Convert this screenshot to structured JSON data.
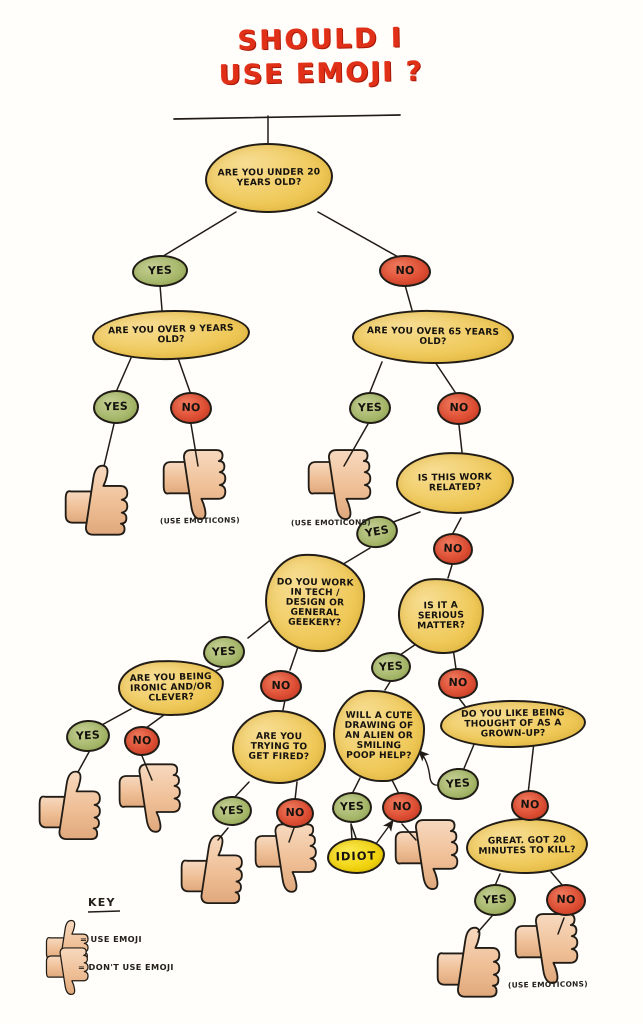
{
  "title": {
    "line1": "SHOULD I",
    "line2": "USE EMOJI ?"
  },
  "nodes": {
    "q_under20": {
      "label": "ARE YOU UNDER 20 YEARS OLD?"
    },
    "q_over9": {
      "label": "ARE YOU OVER 9 YEARS OLD?"
    },
    "q_over65": {
      "label": "ARE YOU OVER 65 YEARS OLD?"
    },
    "q_work": {
      "label": "IS THIS WORK RELATED?"
    },
    "q_tech": {
      "label": "DO YOU WORK IN TECH / DESIGN OR GENERAL GEEKERY?"
    },
    "q_serious": {
      "label": "IS IT A SERIOUS MATTER?"
    },
    "q_ironic": {
      "label": "ARE YOU BEING IRONIC AND/OR CLEVER?"
    },
    "q_fired": {
      "label": "ARE YOU TRYING TO GET FIRED?"
    },
    "q_cute": {
      "label": "WILL A CUTE DRAWING OF AN ALIEN OR SMILING POOP HELP?"
    },
    "q_grownup": {
      "label": "DO YOU LIKE BEING THOUGHT OF AS A GROWN-UP?"
    },
    "q_20min": {
      "label": "GREAT. GOT 20 MINUTES TO KILL?"
    },
    "idiot": {
      "label": "IDIOT"
    }
  },
  "answers": {
    "yes": "YES",
    "no": "NO"
  },
  "captions": {
    "use_emoticons": "(USE EMOTICONS)"
  },
  "key": {
    "title": "KEY",
    "up_label": "= USE EMOJI",
    "down_label": "= DON'T USE EMOJI"
  },
  "colors": {
    "question": "#efc959",
    "yes": "#a8b96c",
    "no": "#e04f34",
    "idiot": "#f2d40c",
    "title": "#e03018",
    "ink": "#211c16",
    "skin": "#f0c09a"
  },
  "icons": {
    "thumbs_up": "thumbs-up-icon",
    "thumbs_down": "thumbs-down-icon"
  }
}
